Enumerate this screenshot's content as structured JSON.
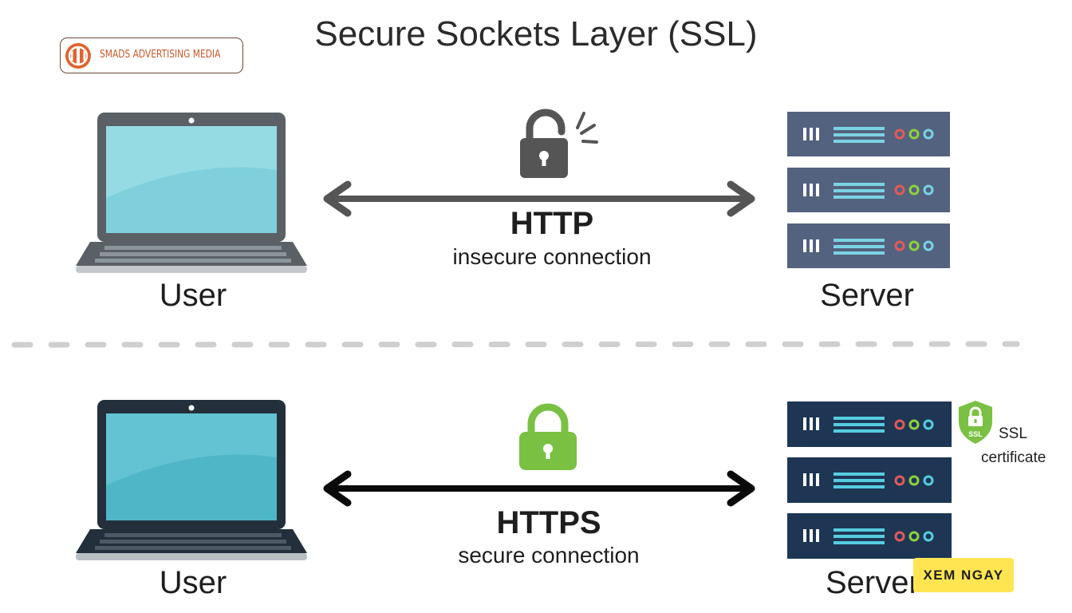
{
  "title": "Secure Sockets Layer (SSL)",
  "logo": {
    "name": "SMADS ADVERTISING MEDIA"
  },
  "top": {
    "left_label": "User",
    "right_label": "Server",
    "protocol": "HTTP",
    "description": "insecure connection",
    "lock_icon": "unlocked-padlock-icon",
    "colors": {
      "laptop_frame": "#5a6066",
      "server_rack": "#53627f",
      "lock": "#555555"
    }
  },
  "bottom": {
    "left_label": "User",
    "right_label": "Server",
    "protocol": "HTTPS",
    "description": "secure connection",
    "lock_icon": "locked-padlock-icon",
    "certificate": {
      "badge_text": "SSL",
      "line1": "SSL",
      "line2": "certificate"
    },
    "colors": {
      "laptop_frame": "#23303b",
      "server_rack": "#1e3654",
      "lock": "#7ac143"
    }
  },
  "cta": {
    "label": "XEM NGAY"
  }
}
